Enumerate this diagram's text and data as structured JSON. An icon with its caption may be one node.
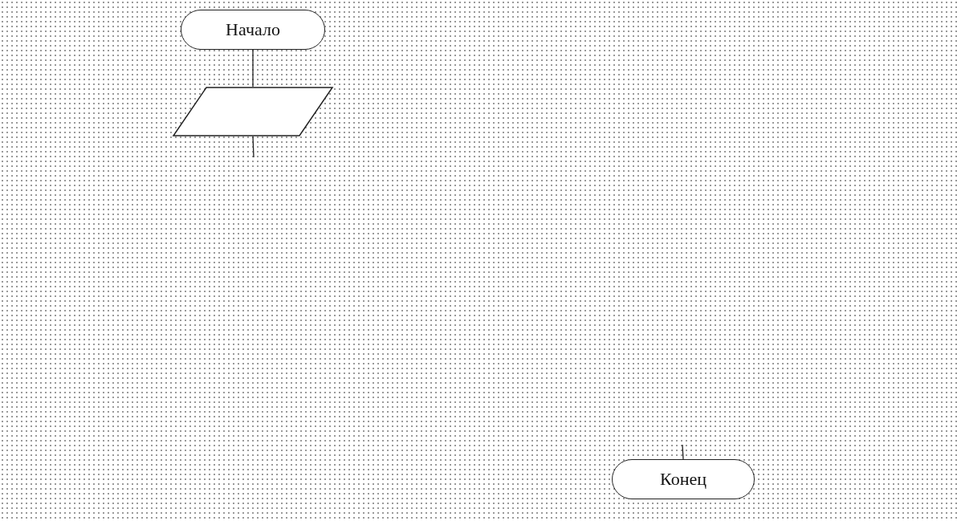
{
  "diagram": {
    "nodes": [
      {
        "text": [
          "Начало"
        ]
      },
      {
        "text": [],
        "shape": "parallelogram"
      },
      {
        "text": [
          "Конец"
        ]
      }
    ],
    "edges": [
      {
        "from": 0,
        "to": 1,
        "arrow": "none"
      },
      {
        "from": 1,
        "to": null,
        "arrow": "none"
      },
      {
        "from": null,
        "to": 2,
        "arrow": "none"
      }
    ]
  }
}
